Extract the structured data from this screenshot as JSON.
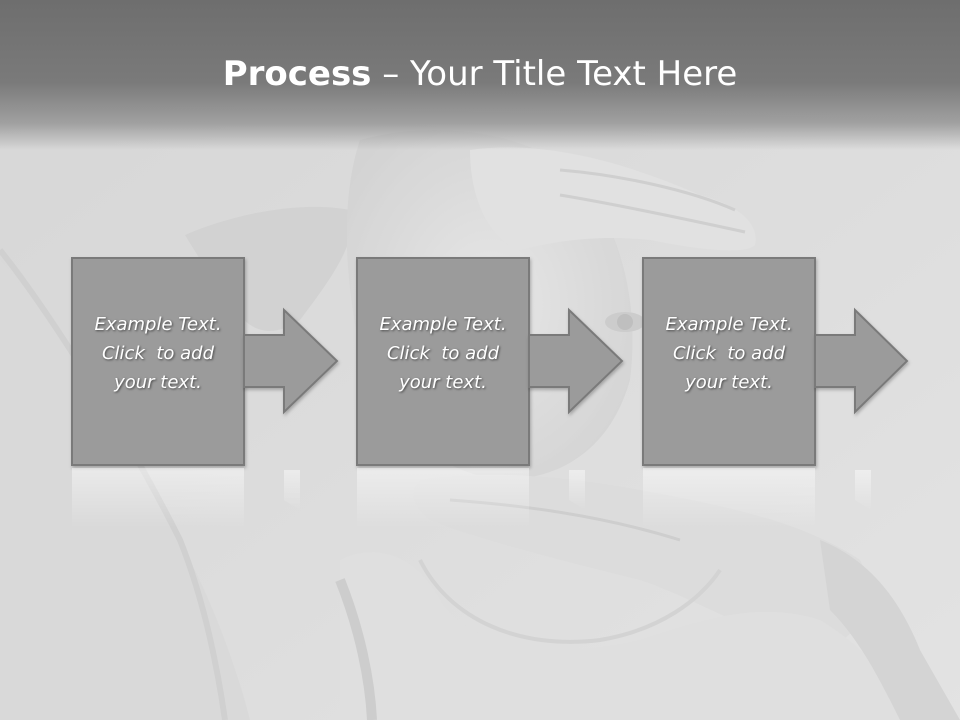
{
  "slide": {
    "title_bold": "Process",
    "title_rest": " – Your Title Text Here"
  },
  "steps": [
    {
      "line1": "Example Text.",
      "line2": "Click  to add",
      "line3": "your text."
    },
    {
      "line1": "Example Text.",
      "line2": "Click  to add",
      "line3": "your text."
    },
    {
      "line1": "Example Text.",
      "line2": "Click  to add",
      "line3": "your text."
    }
  ],
  "colors": {
    "title_band": "#727272",
    "box_fill": "#9a9a9a",
    "box_stroke": "#777777",
    "text": "#ffffff"
  },
  "icons": [
    "arrow-right-icon"
  ]
}
